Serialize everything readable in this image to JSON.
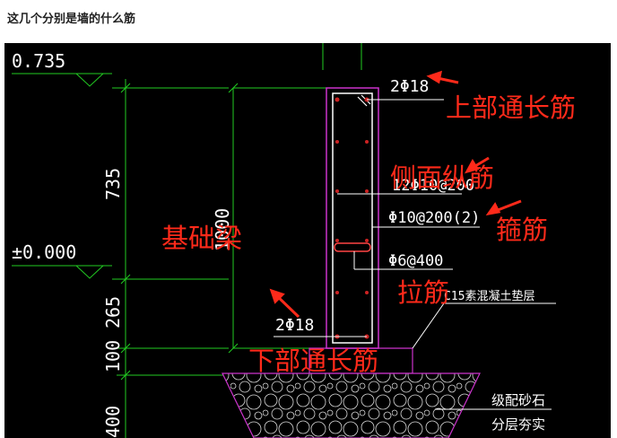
{
  "post": {
    "question": "这几个分别是墙的什么筋"
  },
  "drawing": {
    "elevations": {
      "top": "0.735",
      "zero": "±0.000"
    },
    "dimensions": {
      "d735": "735",
      "d265": "265",
      "d100": "100",
      "d400": "400",
      "d1000": "1000"
    },
    "rebar_specs": {
      "top": "2Φ18",
      "side": "12Φ10@200",
      "stirrup": "Φ10@200(2)",
      "tie": "Φ6@400",
      "bottom": "2Φ18"
    },
    "notes": {
      "cushion": "C15素混凝土垫层",
      "gravel_1": "级配砂石",
      "gravel_2": "分层夯实"
    }
  },
  "annotations": {
    "top_bar": "上部通长筋",
    "side_bar": "侧面纵筋",
    "stirrup": "箍筋",
    "foundation_beam": "基础梁",
    "tie_bar": "拉筋",
    "bottom_bar": "下部通长筋"
  },
  "colors": {
    "dim_line": "#22cc22",
    "outline": "#cc33cc",
    "annotation": "#ff2a1a",
    "background": "#000000"
  }
}
